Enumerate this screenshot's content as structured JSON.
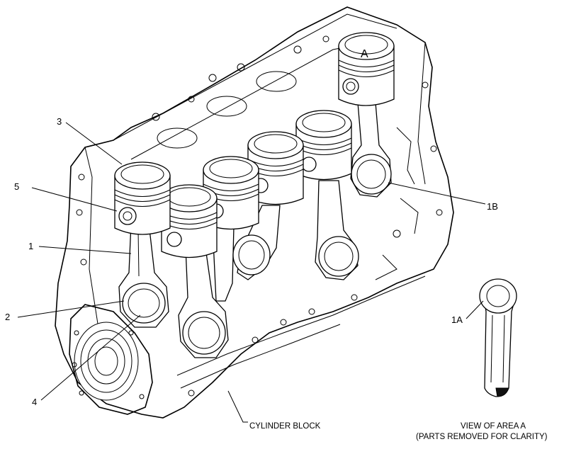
{
  "callouts": {
    "c1": "1",
    "c1A": "1A",
    "c1B": "1B",
    "c2": "2",
    "c3": "3",
    "c4": "4",
    "c5": "5",
    "detail_marker": "A"
  },
  "captions": {
    "cylinder_block": "CYLINDER BLOCK",
    "view_line1": "VIEW OF AREA  A",
    "view_line2": "(PARTS REMOVED FOR CLARITY)"
  }
}
